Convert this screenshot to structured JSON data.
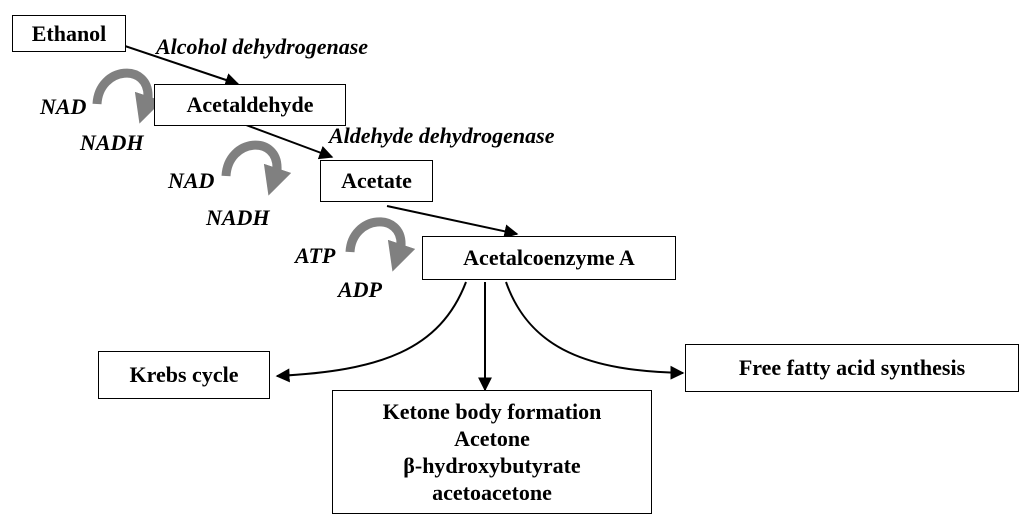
{
  "nodes": {
    "ethanol": "Ethanol",
    "acetaldehyde": "Acetaldehyde",
    "acetate": "Acetate",
    "acetyl_coa": "Acetalcoenzyme A",
    "krebs": "Krebs cycle",
    "fatty_acid": "Free fatty acid synthesis",
    "ketone": {
      "line1": "Ketone body formation",
      "line2": "Acetone",
      "line3": "β-hydroxybutyrate",
      "line4": "acetoacetone"
    }
  },
  "enzymes": {
    "adh": "Alcohol dehydrogenase",
    "aldh": "Aldehyde dehydrogenase"
  },
  "cofactors": {
    "step1": {
      "in": "NAD",
      "out": "NADH"
    },
    "step2": {
      "in": "NAD",
      "out": "NADH"
    },
    "step3": {
      "in": "ATP",
      "out": "ADP"
    }
  },
  "colors": {
    "text": "#000000",
    "cofactor_arrow": "#808080",
    "background": "#ffffff"
  }
}
